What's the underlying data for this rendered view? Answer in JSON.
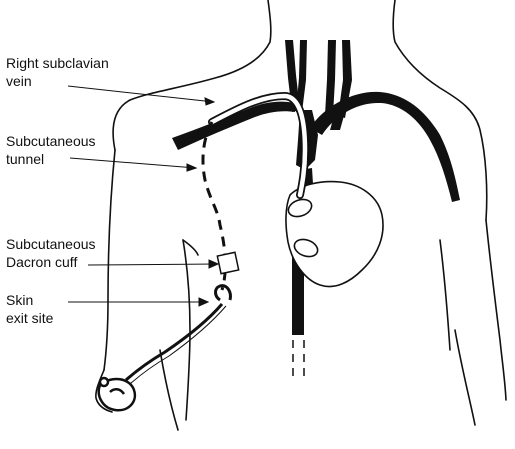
{
  "labels": {
    "subclavian": {
      "line1": "Right subclavian",
      "line2": "vein"
    },
    "tunnel": {
      "line1": "Subcutaneous",
      "line2": "tunnel"
    },
    "cuff": {
      "line1": "Subcutaneous",
      "line2": "Dacron cuff"
    },
    "exit": {
      "line1": "Skin",
      "line2": "exit site"
    }
  },
  "colors": {
    "ink": "#111111",
    "background": "#ffffff"
  }
}
